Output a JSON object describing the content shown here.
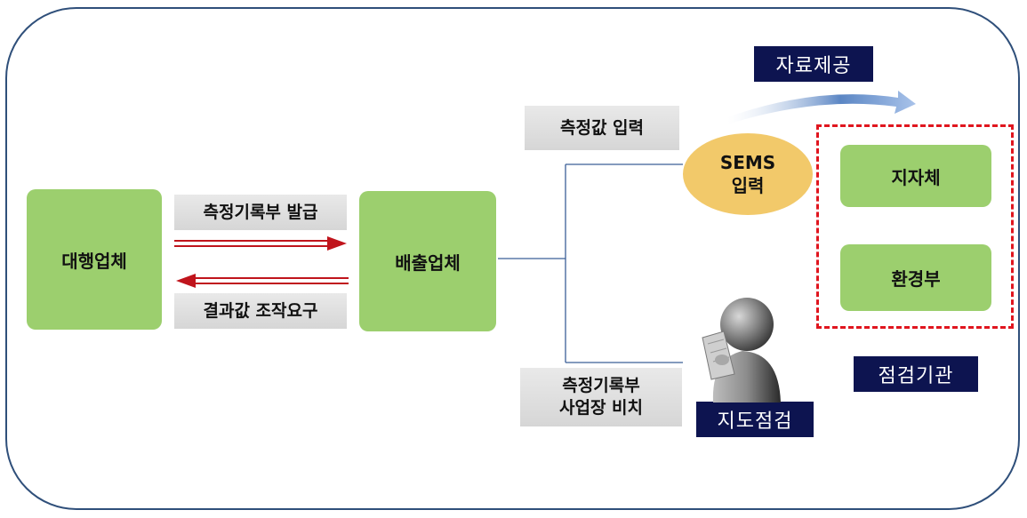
{
  "nodes": {
    "agency": "대행업체",
    "emitter": "배출업체",
    "sems_line1": "SEMS",
    "sems_line2": "입력",
    "local_gov": "지자체",
    "ministry": "환경부"
  },
  "labels": {
    "issue_record": "측정기록부 발급",
    "manipulation_request": "결과값 조작요구",
    "measurement_input": "측정값 입력",
    "record_onsite_line1": "측정기록부",
    "record_onsite_line2": "사업장 비치",
    "data_provision": "자료제공",
    "inspection_agency": "점검기관",
    "guidance_inspection": "지도점검"
  },
  "colors": {
    "green_box": "#9ccf6e",
    "sems_fill": "#f2c96a",
    "navy_label": "#0d1450",
    "arrow_red": "#c0141c",
    "dashed_red": "#e0161f",
    "frame_border": "#2f4f7a",
    "curve_blue": "#5b86c4"
  },
  "icons": [
    "person-reading-icon",
    "curved-arrow-icon"
  ]
}
